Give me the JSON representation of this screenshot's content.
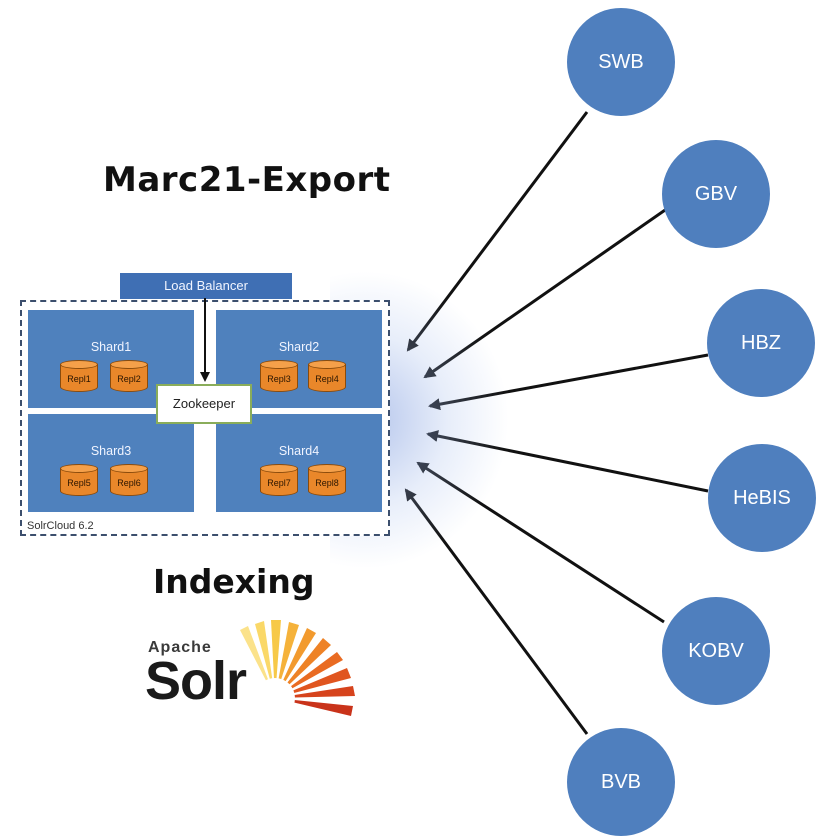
{
  "title": "Marc21-Export",
  "indexing_label": "Indexing",
  "solr_logo": {
    "apache": "Apache",
    "solr": "Solr"
  },
  "cluster": {
    "load_balancer": "Load Balancer",
    "zookeeper": "Zookeeper",
    "caption": "SolrCloud 6.2",
    "shards": [
      {
        "label": "Shard1",
        "replicas": [
          "Repl1",
          "Repl2"
        ]
      },
      {
        "label": "Shard2",
        "replicas": [
          "Repl3",
          "Repl4"
        ]
      },
      {
        "label": "Shard3",
        "replicas": [
          "Repl5",
          "Repl6"
        ]
      },
      {
        "label": "Shard4",
        "replicas": [
          "Repl7",
          "Repl8"
        ]
      }
    ]
  },
  "sources": [
    "SWB",
    "GBV",
    "HBZ",
    "HeBIS",
    "KOBV",
    "BVB"
  ],
  "colors": {
    "node": "#4f7fbe",
    "shard": "#4f81bd",
    "replica": "#e9872a",
    "zookeeper_border": "#8aad5a"
  }
}
